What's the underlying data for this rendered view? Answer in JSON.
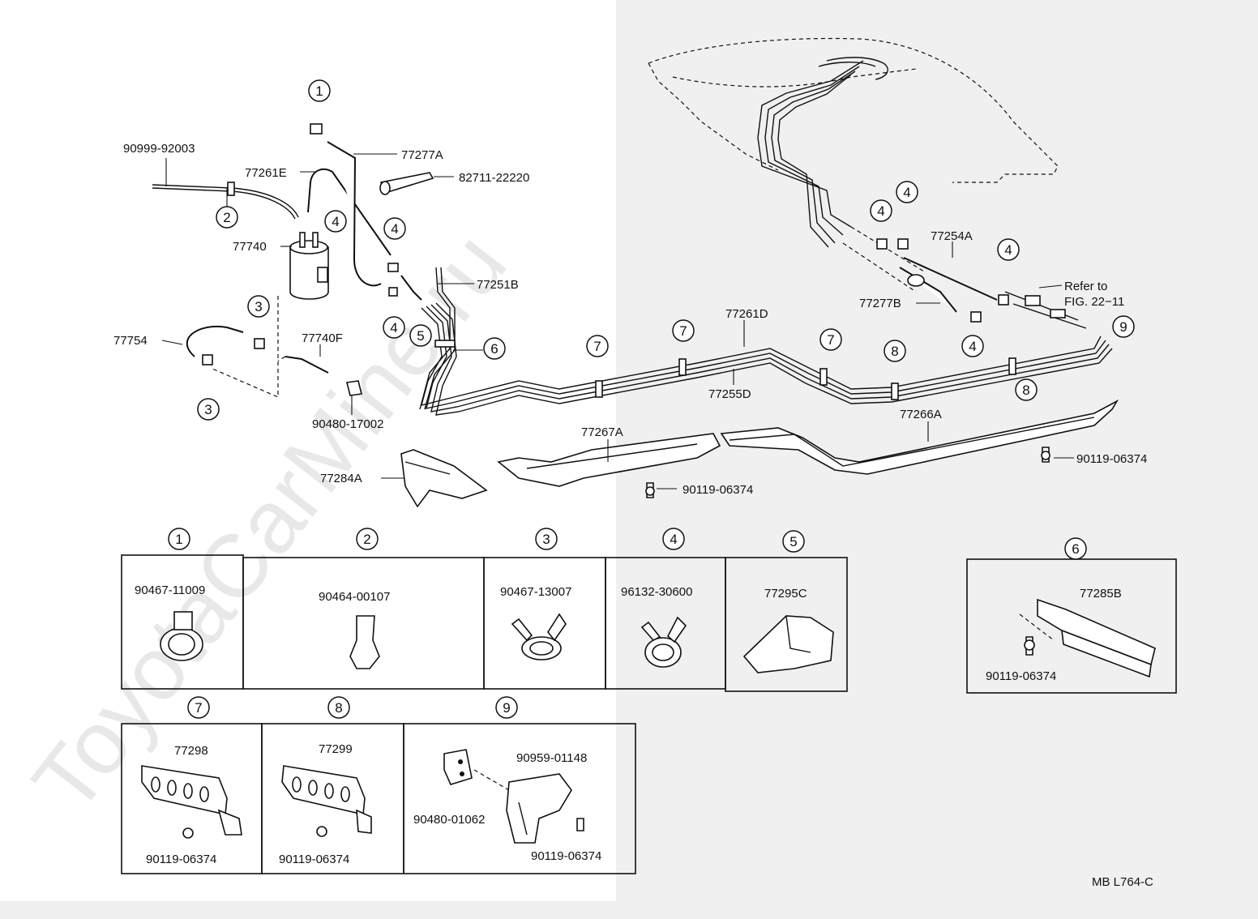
{
  "watermark": "ToyotaCarMine.ru",
  "drawing_code": "MB L764-C",
  "reference_note": {
    "line1": "Refer to",
    "line2": "FIG. 22−11"
  },
  "parts": {
    "p90999_92003": "90999-92003",
    "p77277A": "77277A",
    "p77261E": "77261E",
    "p82711_22220": "82711-22220",
    "p77740": "77740",
    "p77251B": "77251B",
    "p77754": "77754",
    "p77740F": "77740F",
    "p90480_17002": "90480-17002",
    "p77254A": "77254A",
    "p77277B": "77277B",
    "p77261D": "77261D",
    "p77255D": "77255D",
    "p77266A": "77266A",
    "p77267A": "77267A",
    "p77284A": "77284A",
    "p90119_06374_a": "90119-06374",
    "p90119_06374_b": "90119-06374"
  },
  "callouts": [
    "1",
    "2",
    "3",
    "4",
    "5",
    "6",
    "7",
    "8",
    "9"
  ],
  "detail_boxes": [
    {
      "num": "1",
      "parts": [
        "90467-11009"
      ]
    },
    {
      "num": "2",
      "parts": [
        "90464-00107"
      ]
    },
    {
      "num": "3",
      "parts": [
        "90467-13007"
      ]
    },
    {
      "num": "4",
      "parts": [
        "96132-30600"
      ]
    },
    {
      "num": "5",
      "parts": [
        "77295C"
      ]
    },
    {
      "num": "6",
      "parts": [
        "77285B",
        "90119-06374"
      ]
    },
    {
      "num": "7",
      "parts": [
        "77298",
        "90119-06374"
      ]
    },
    {
      "num": "8",
      "parts": [
        "77299",
        "90119-06374"
      ]
    },
    {
      "num": "9",
      "parts": [
        "90959-01148",
        "90480-01062",
        "90119-06374"
      ]
    }
  ]
}
